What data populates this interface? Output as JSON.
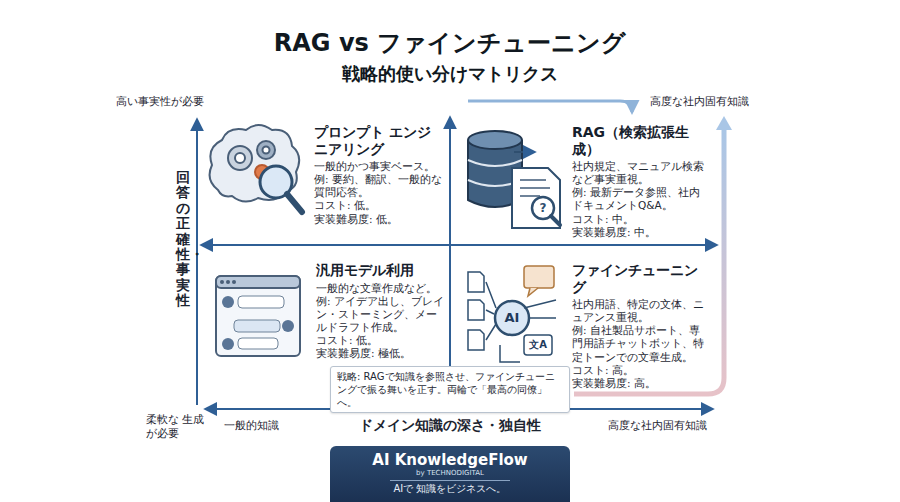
{
  "diagram": {
    "title": "RAG vs ファインチューニング",
    "caption": "戦略的使い分けマトリクス",
    "nodes": [
      {
        "text": [
          "プロンプト エンジニアリング",
          "一般的かつ事実ベース。",
          "例: 要約、翻訳、一般的な 質問応答。",
          "コスト: 低。",
          "実装難易度: 低。"
        ]
      },
      {
        "text": [
          "RAG（検索拡張生成）",
          "社内規定、マニュアル検索など事実重視。",
          "例: 最新データ参照、社内ドキュメントQ&A。",
          "コスト: 中。",
          "実装難易度: 中。"
        ]
      },
      {
        "text": [
          "汎用モデル利用",
          "一般的な文章作成など。",
          "例: アイデア出し、ブレイン・ストーミング、メールドラフト作成。",
          "コスト: 低。",
          "実装難易度: 極低。"
        ]
      },
      {
        "text": [
          "ファインチューニング",
          "社内用語、特定の文体、ニュアンス重視。",
          "例: 自社製品サポート、専門用語チャットボット、特定トーンでの文章生成。",
          "コスト: 高。",
          "実装難易度: 高。"
        ]
      },
      {
        "text": [
          "戦略: RAGで知識を参照させ、ファインチューニングで振る舞いを正す。両輪で「最高の同僚」へ。"
        ]
      },
      {
        "text": [
          "AI KnowledgeFlow",
          "by TECHNODIGITAL",
          "AIで 知識をビジネスへ。"
        ]
      }
    ],
    "labels": [
      "高い事実性が必要",
      "高度な社内固有知識",
      "回答の正確性・事実性",
      "柔軟な 生成が必要",
      "一般的知識",
      "ドメイン知識の深さ・独自性",
      "高度な社内固有知識",
      "AI",
      "文A",
      "?"
    ]
  }
}
